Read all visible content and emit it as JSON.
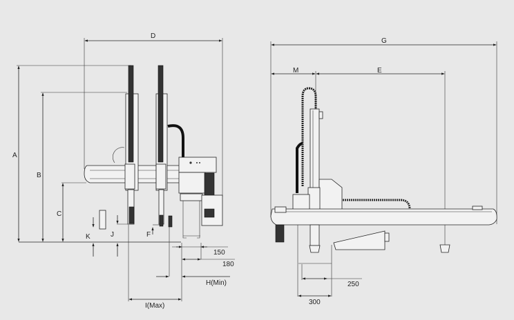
{
  "front_view": {
    "dim_labels": {
      "D": "D",
      "A": "A",
      "B": "B",
      "C": "C",
      "K": "K",
      "J": "J",
      "F": "F",
      "d150": "150",
      "d180": "180",
      "H": "H(Min)",
      "I": "I(Max)"
    }
  },
  "side_view": {
    "dim_labels": {
      "G": "G",
      "M": "M",
      "E": "E",
      "d250": "250",
      "d300": "300"
    }
  }
}
